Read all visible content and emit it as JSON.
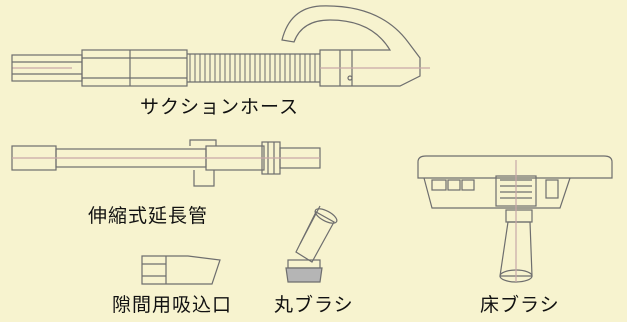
{
  "labels": {
    "suction_hose": "サクションホース",
    "extension_pipe": "伸縮式延長管",
    "crevice_nozzle": "隙間用吸込口",
    "round_brush": "丸ブラシ",
    "floor_brush": "床ブラシ"
  },
  "colors": {
    "background": "#f7f3cf",
    "line": "#6e6e6e",
    "accent_line": "#c8a8a8"
  }
}
